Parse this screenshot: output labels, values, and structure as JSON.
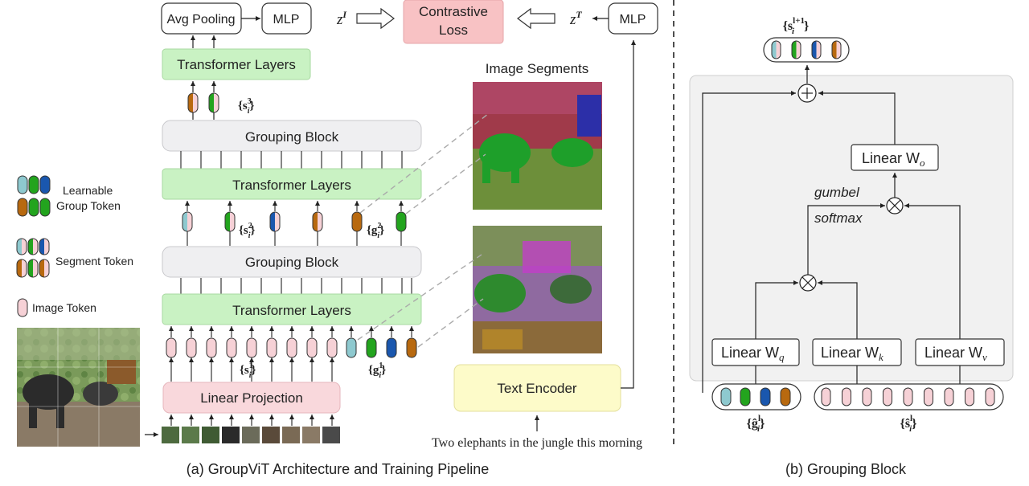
{
  "colors": {
    "green": "#c9f2c3",
    "gray": "#efeff1",
    "pink": "#f9d8dc",
    "yellow": "#fdfbc9",
    "loss": "#f8c2c4",
    "tokTeal": "#8ec9cf",
    "tokGreen": "#23a41e",
    "tokBlue": "#1a57ae",
    "tokOrange": "#b8690f",
    "tokPink": "#f6d1d6"
  },
  "architecture": {
    "avg_pooling": "Avg Pooling",
    "mlp_left": "MLP",
    "mlp_right": "MLP",
    "z_image": "z",
    "z_image_sup": "I",
    "z_text": "z",
    "z_text_sup": "T",
    "contrastive_line1": "Contrastive",
    "contrastive_line2": "Loss",
    "transformer_top": "Transformer Layers",
    "transformer_mid": "Transformer Layers",
    "transformer_bot": "Transformer Layers",
    "grouping_top": "Grouping Block",
    "grouping_bot": "Grouping Block",
    "linear_projection": "Linear Projection",
    "text_encoder": "Text Encoder",
    "image_segments": "Image Segments",
    "caption_text": "Two elephants in the jungle this morning",
    "s3": "{s",
    "s3_sup": "3",
    "s3_sub": "i",
    "s3_end": "}",
    "s2": "{s",
    "s2_sup": "2",
    "s2_sub": "i",
    "s2_end": "}",
    "g2": "{g",
    "g2_sup": "2",
    "g2_sub": "i",
    "g2_end": "}",
    "s1": "{s",
    "s1_sup": "1",
    "s1_sub": "i",
    "s1_end": "}",
    "g1": "{g",
    "g1_sup": "1",
    "g1_sub": "i",
    "g1_end": "}",
    "caption": "(a) GroupViT Architecture and Training Pipeline"
  },
  "legend": {
    "learnable_1": "Learnable",
    "learnable_2": "Group Token",
    "segment": "Segment Token",
    "image": "Image Token"
  },
  "grouping_block": {
    "out_label": "{s",
    "out_sup": "l+1",
    "out_sub": "i",
    "out_end": "}",
    "linear_o": "Linear W",
    "linear_o_sub": "o",
    "linear_q": "Linear W",
    "linear_q_sub": "q",
    "linear_k": "Linear W",
    "linear_k_sub": "k",
    "linear_v": "Linear W",
    "linear_v_sub": "v",
    "gumbel": "gumbel",
    "softmax": "softmax",
    "g_label": "{ĝ",
    "g_sup": "l",
    "g_sub": "i",
    "g_end": "}",
    "s_label": "{ŝ",
    "s_sup": "l",
    "s_sub": "i",
    "s_end": "}",
    "caption": "(b) Grouping Block"
  }
}
